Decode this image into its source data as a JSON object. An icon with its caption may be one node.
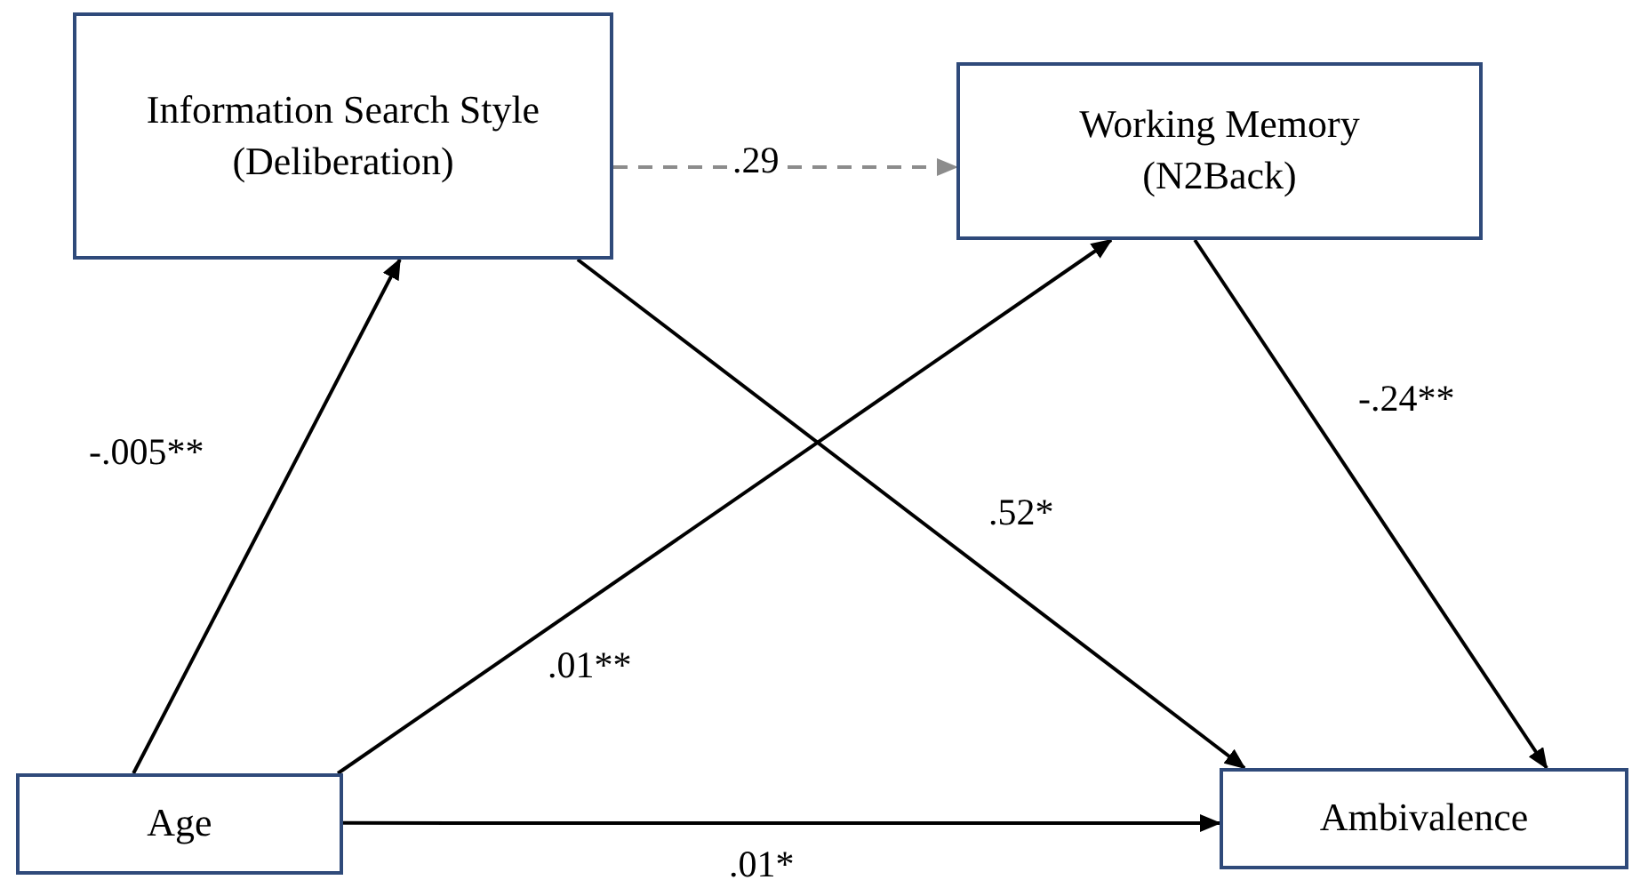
{
  "diagram": {
    "nodes": [
      {
        "text": [
          "Information Search Style (Deliberation)"
        ]
      },
      {
        "text": [
          "Working Memory (N2Back)"
        ]
      },
      {
        "text": [
          "Age"
        ]
      },
      {
        "text": [
          "Ambivalence"
        ]
      }
    ],
    "edges": [
      {
        "from": 2,
        "to": 0,
        "arrow": "to",
        "label": "-.005**"
      },
      {
        "from": 0,
        "to": 1,
        "arrow": "to",
        "label": ".29",
        "style": "dashed",
        "color": "#8c8c8c"
      },
      {
        "from": 2,
        "to": 1,
        "arrow": "to",
        "label": ".01**"
      },
      {
        "from": 0,
        "to": 3,
        "arrow": "to",
        "label": ".52*"
      },
      {
        "from": 1,
        "to": 3,
        "arrow": "to",
        "label": "-.24**"
      },
      {
        "from": 2,
        "to": 3,
        "arrow": "to",
        "label": ".01*"
      }
    ]
  }
}
